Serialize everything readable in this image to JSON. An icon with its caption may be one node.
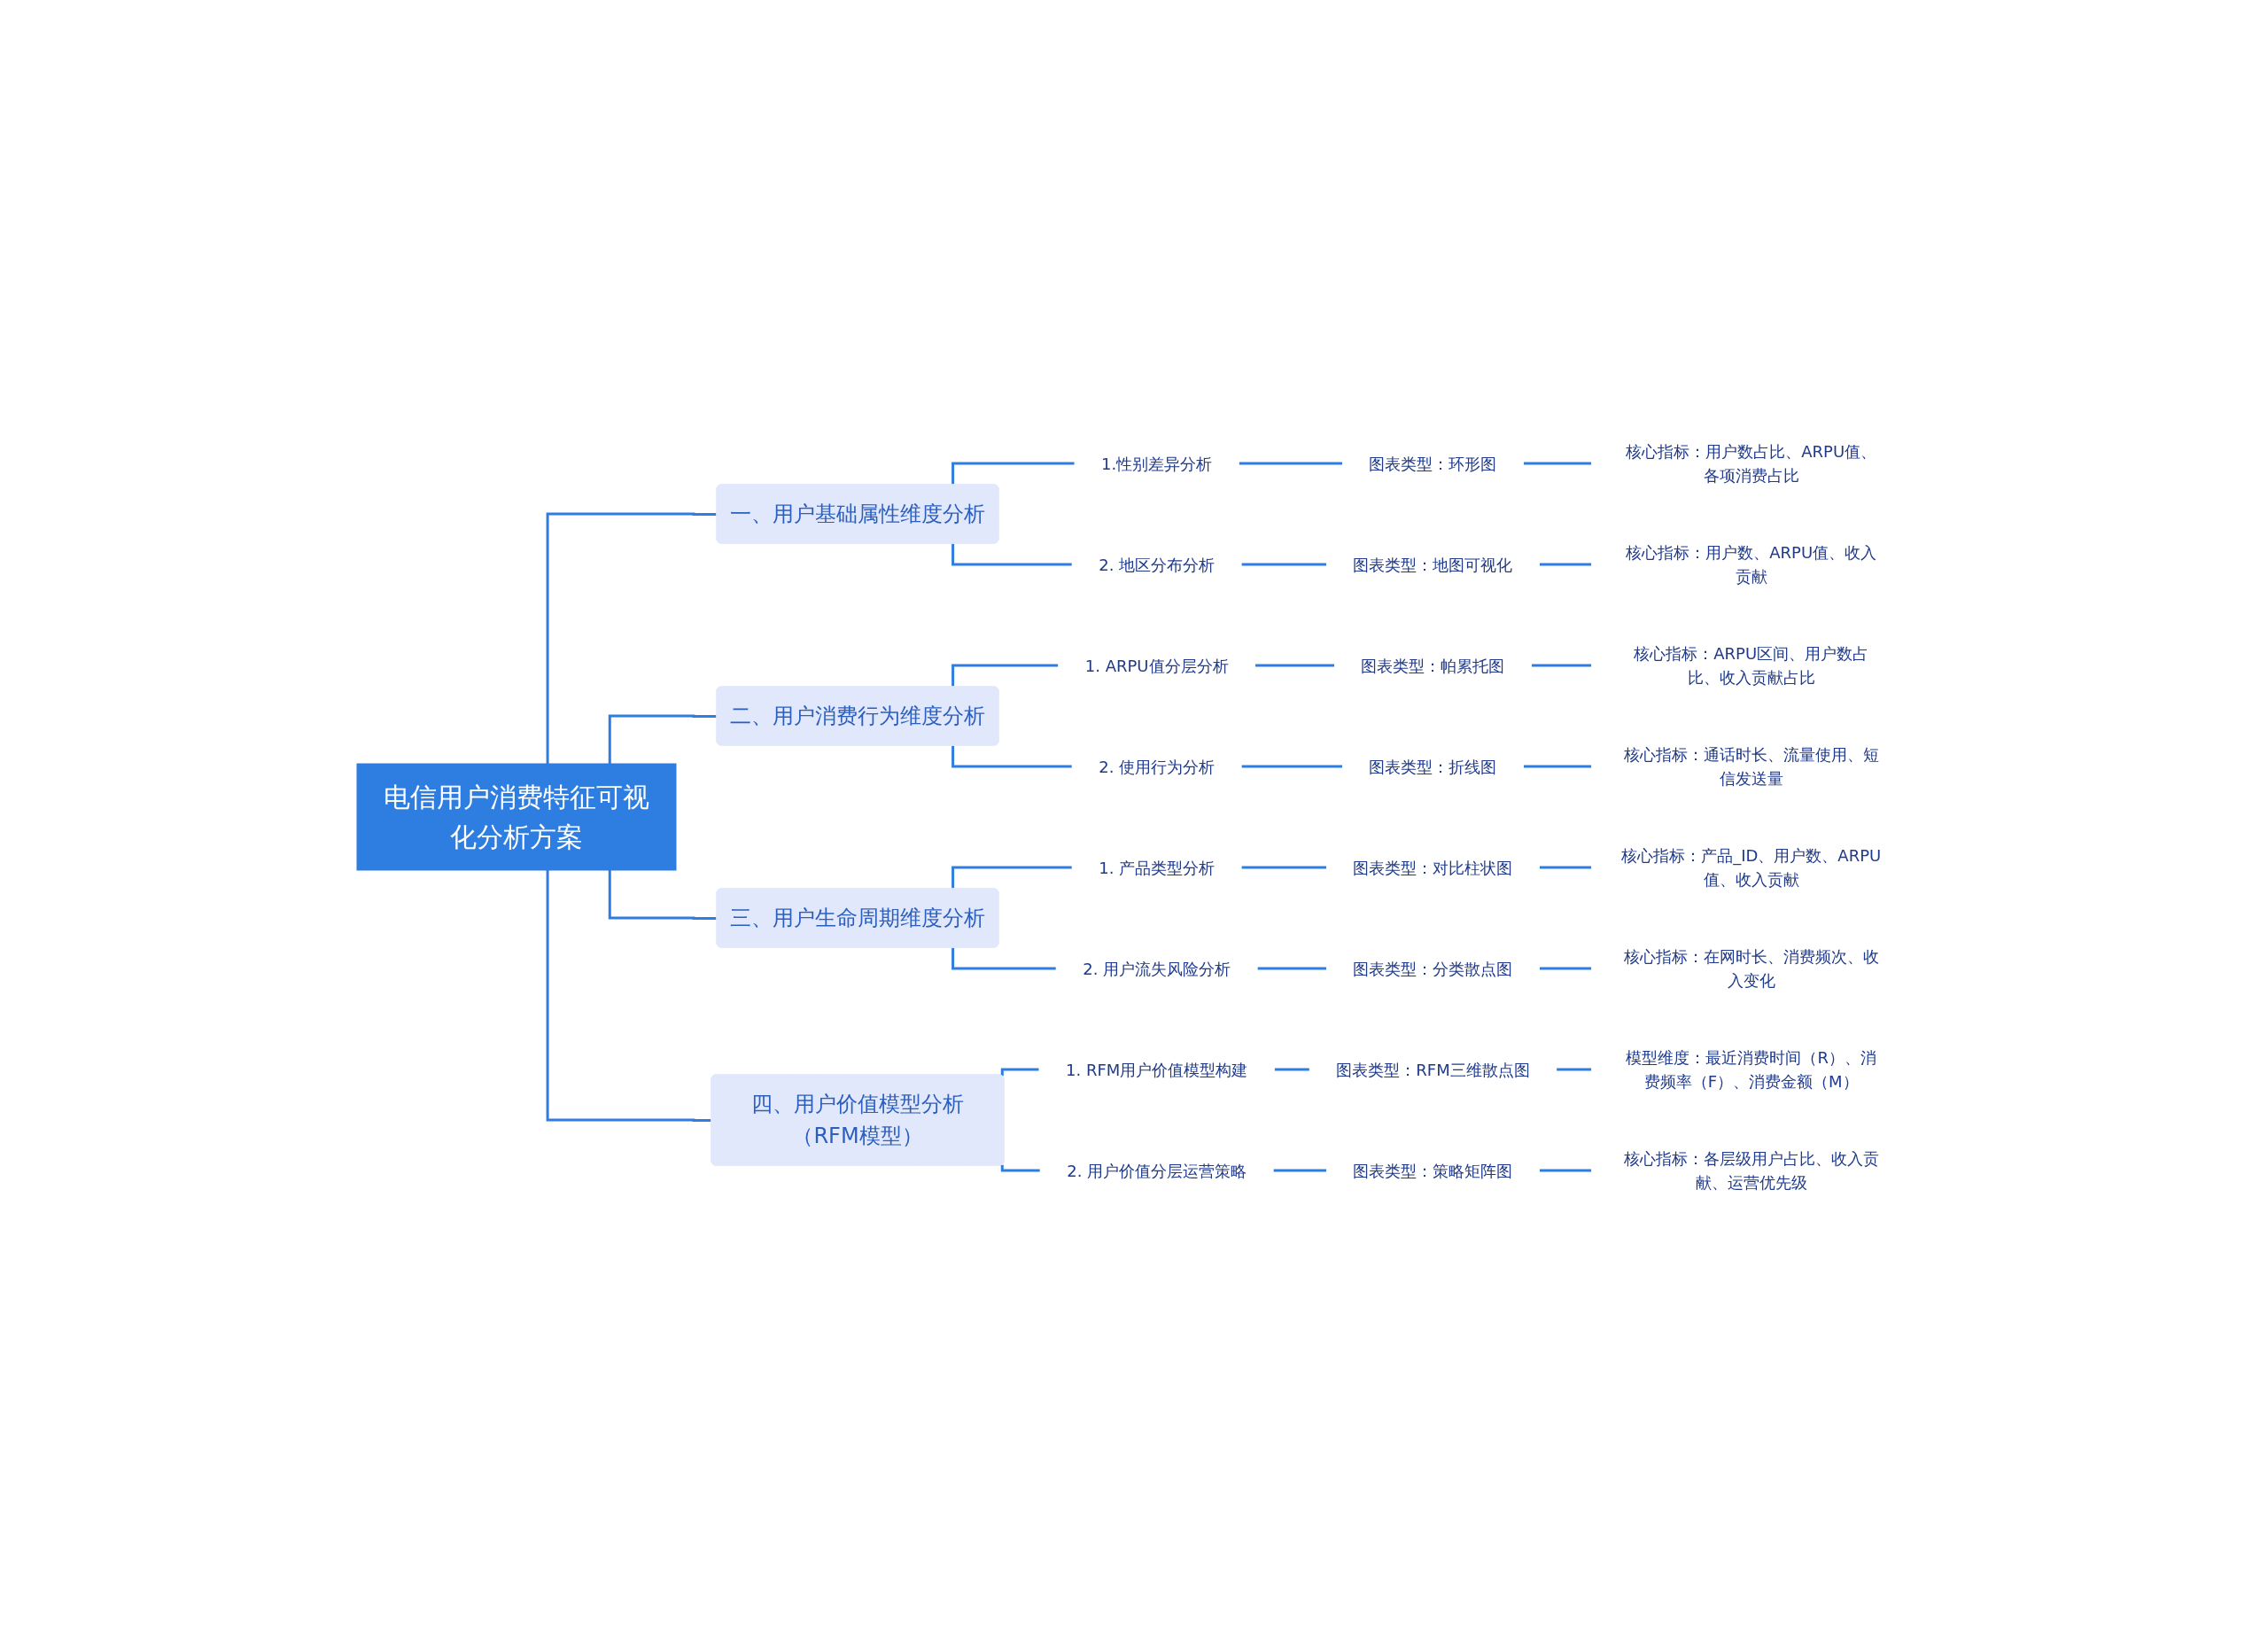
{
  "diagram": {
    "nodes": [
      {
        "text": [
          "电信用户消费特征可视化分析方案"
        ]
      },
      {
        "text": [
          "一、用户基础属性维度分析"
        ]
      },
      {
        "text": [
          "1.性别差异分析"
        ]
      },
      {
        "text": [
          "图表类型：环形图"
        ]
      },
      {
        "text": [
          "核心指标：用户数占比、ARPU值、各项消费占比"
        ]
      },
      {
        "text": [
          "2. 地区分布分析"
        ]
      },
      {
        "text": [
          "图表类型：地图可视化"
        ]
      },
      {
        "text": [
          "核心指标：用户数、ARPU值、收入贡献"
        ]
      },
      {
        "text": [
          "二、用户消费行为维度分析"
        ]
      },
      {
        "text": [
          "1. ARPU值分层分析"
        ]
      },
      {
        "text": [
          "图表类型：帕累托图"
        ]
      },
      {
        "text": [
          "核心指标：ARPU区间、用户数占比、收入贡献占比"
        ]
      },
      {
        "text": [
          "2. 使用行为分析"
        ]
      },
      {
        "text": [
          "图表类型：折线图"
        ]
      },
      {
        "text": [
          "核心指标：通话时长、流量使用、短信发送量"
        ]
      },
      {
        "text": [
          "三、用户生命周期维度分析"
        ]
      },
      {
        "text": [
          "1. 产品类型分析"
        ]
      },
      {
        "text": [
          "图表类型：对比柱状图"
        ]
      },
      {
        "text": [
          "核心指标：产品_ID、用户数、ARPU值、收入贡献"
        ]
      },
      {
        "text": [
          "2. 用户流失风险分析"
        ]
      },
      {
        "text": [
          "图表类型：分类散点图"
        ]
      },
      {
        "text": [
          "核心指标：在网时长、消费频次、收入变化"
        ]
      },
      {
        "text": [
          "四、用户价值模型分析（RFM模型）"
        ]
      },
      {
        "text": [
          "1. RFM用户价值模型构建"
        ]
      },
      {
        "text": [
          "图表类型：RFM三维散点图"
        ]
      },
      {
        "text": [
          "模型维度：最近消费时间（R）、消费频率（F）、消费金额（M）"
        ]
      },
      {
        "text": [
          "2. 用户价值分层运营策略"
        ]
      },
      {
        "text": [
          "图表类型：策略矩阵图"
        ]
      },
      {
        "text": [
          "核心指标：各层级用户占比、收入贡献、运营优先级"
        ]
      }
    ],
    "edges": [
      {
        "from": 0,
        "to": 1,
        "arrow": "none"
      },
      {
        "from": 1,
        "to": 2,
        "arrow": "none"
      },
      {
        "from": 2,
        "to": 3,
        "arrow": "none"
      },
      {
        "from": 3,
        "to": 4,
        "arrow": "none"
      },
      {
        "from": 1,
        "to": 5,
        "arrow": "none"
      },
      {
        "from": 5,
        "to": 6,
        "arrow": "none"
      },
      {
        "from": 6,
        "to": 7,
        "arrow": "none"
      },
      {
        "from": 0,
        "to": 8,
        "arrow": "none"
      },
      {
        "from": 8,
        "to": 9,
        "arrow": "none"
      },
      {
        "from": 9,
        "to": 10,
        "arrow": "none"
      },
      {
        "from": 10,
        "to": 11,
        "arrow": "none"
      },
      {
        "from": 8,
        "to": 12,
        "arrow": "none"
      },
      {
        "from": 12,
        "to": 13,
        "arrow": "none"
      },
      {
        "from": 13,
        "to": 14,
        "arrow": "none"
      },
      {
        "from": 0,
        "to": 15,
        "arrow": "none"
      },
      {
        "from": 15,
        "to": 16,
        "arrow": "none"
      },
      {
        "from": 16,
        "to": 17,
        "arrow": "none"
      },
      {
        "from": 17,
        "to": 18,
        "arrow": "none"
      },
      {
        "from": 15,
        "to": 19,
        "arrow": "none"
      },
      {
        "from": 19,
        "to": 20,
        "arrow": "none"
      },
      {
        "from": 20,
        "to": 21,
        "arrow": "none"
      },
      {
        "from": 0,
        "to": 22,
        "arrow": "none"
      },
      {
        "from": 22,
        "to": 23,
        "arrow": "none"
      },
      {
        "from": 23,
        "to": 24,
        "arrow": "none"
      },
      {
        "from": 24,
        "to": 25,
        "arrow": "none"
      },
      {
        "from": 22,
        "to": 26,
        "arrow": "none"
      },
      {
        "from": 26,
        "to": 27,
        "arrow": "none"
      },
      {
        "from": 27,
        "to": 28,
        "arrow": "none"
      }
    ]
  }
}
